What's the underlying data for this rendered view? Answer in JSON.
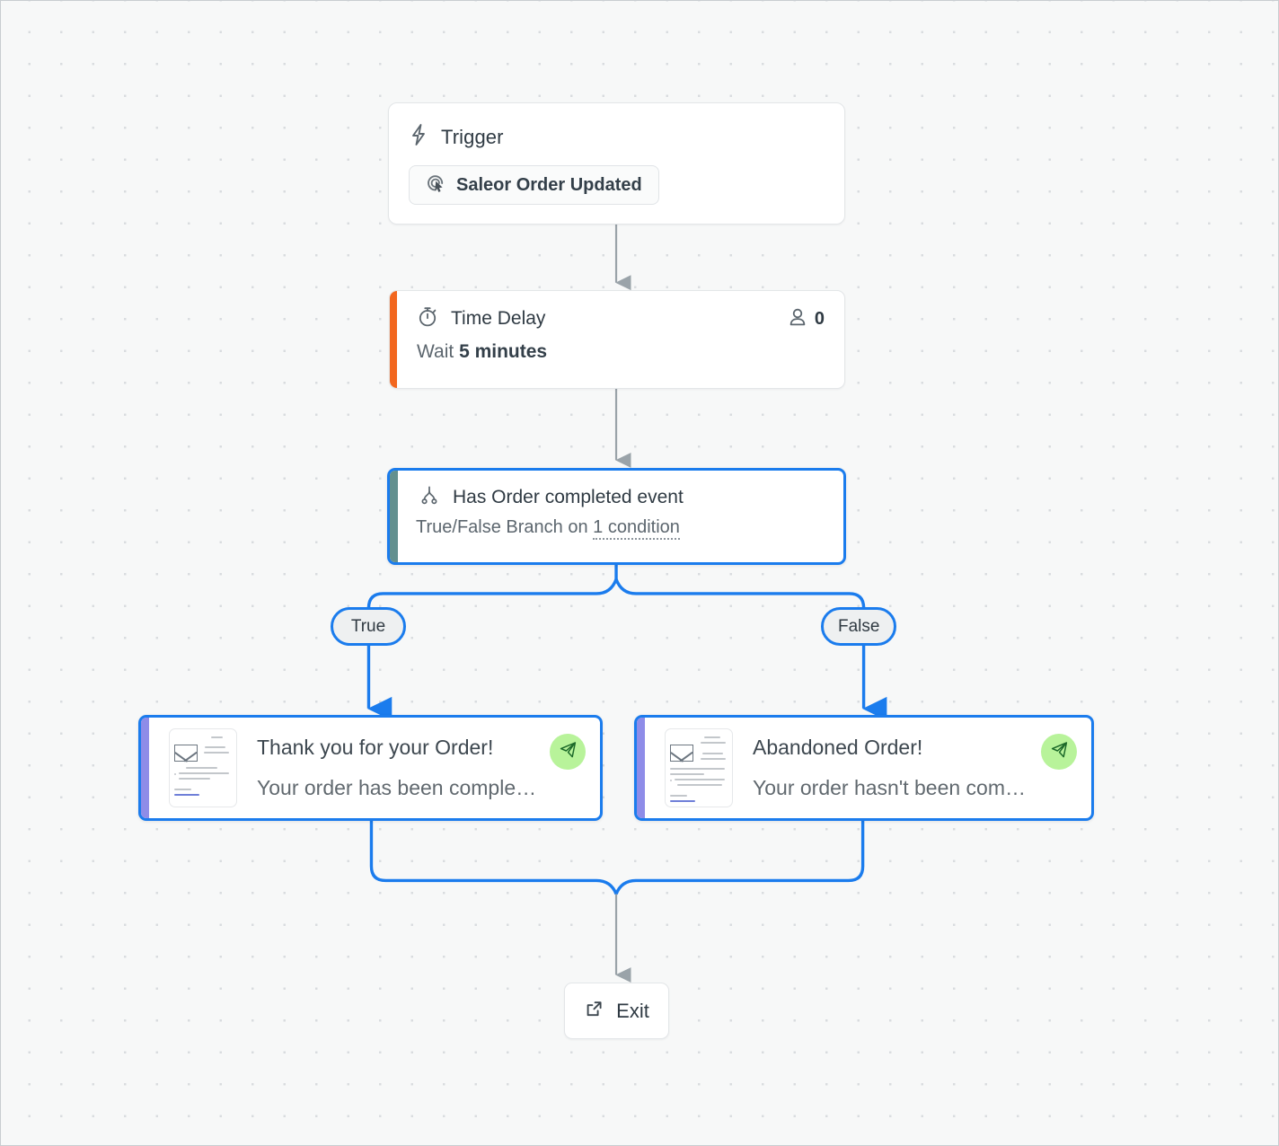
{
  "canvas": {
    "background_color": "#f7f8f8",
    "dot_color": "#d9dcdf",
    "border_color": "#c9cdd1"
  },
  "colors": {
    "selection_blue": "#1b7ced",
    "edge_grey": "#9aa3a9",
    "delay_accent": "#f2671f",
    "condition_accent": "#63908f",
    "email_accent": "#8e8ce8",
    "send_badge_green": "#b8f39a",
    "send_icon_green": "#1d6a2a"
  },
  "trigger": {
    "title": "Trigger",
    "icon": "lightning-bolt-icon",
    "event_label": "Saleor Order Updated",
    "event_icon": "saleor-cursor-icon"
  },
  "delay": {
    "title": "Time Delay",
    "icon": "stopwatch-icon",
    "count_icon": "person-icon",
    "count": "0",
    "wait_prefix": "Wait",
    "wait_value": "5 minutes"
  },
  "condition": {
    "title": "Has Order completed event",
    "icon": "branch-fork-icon",
    "subtitle_prefix": "True/False Branch on",
    "condition_link": "1 condition",
    "selected": true
  },
  "branches": [
    {
      "label": "True"
    },
    {
      "label": "False"
    }
  ],
  "emails": [
    {
      "branch": "True",
      "subject": "Thank you for your Order!",
      "preview": "Your order has been completed!",
      "thumbnail_icon": "envelope-icon",
      "send_icon": "paper-plane-icon",
      "selected": true
    },
    {
      "branch": "False",
      "subject": "Abandoned Order!",
      "preview": "Your order hasn't been comple...",
      "thumbnail_icon": "envelope-icon",
      "send_icon": "paper-plane-icon",
      "selected": true
    }
  ],
  "exit": {
    "label": "Exit",
    "icon": "external-link-icon"
  }
}
